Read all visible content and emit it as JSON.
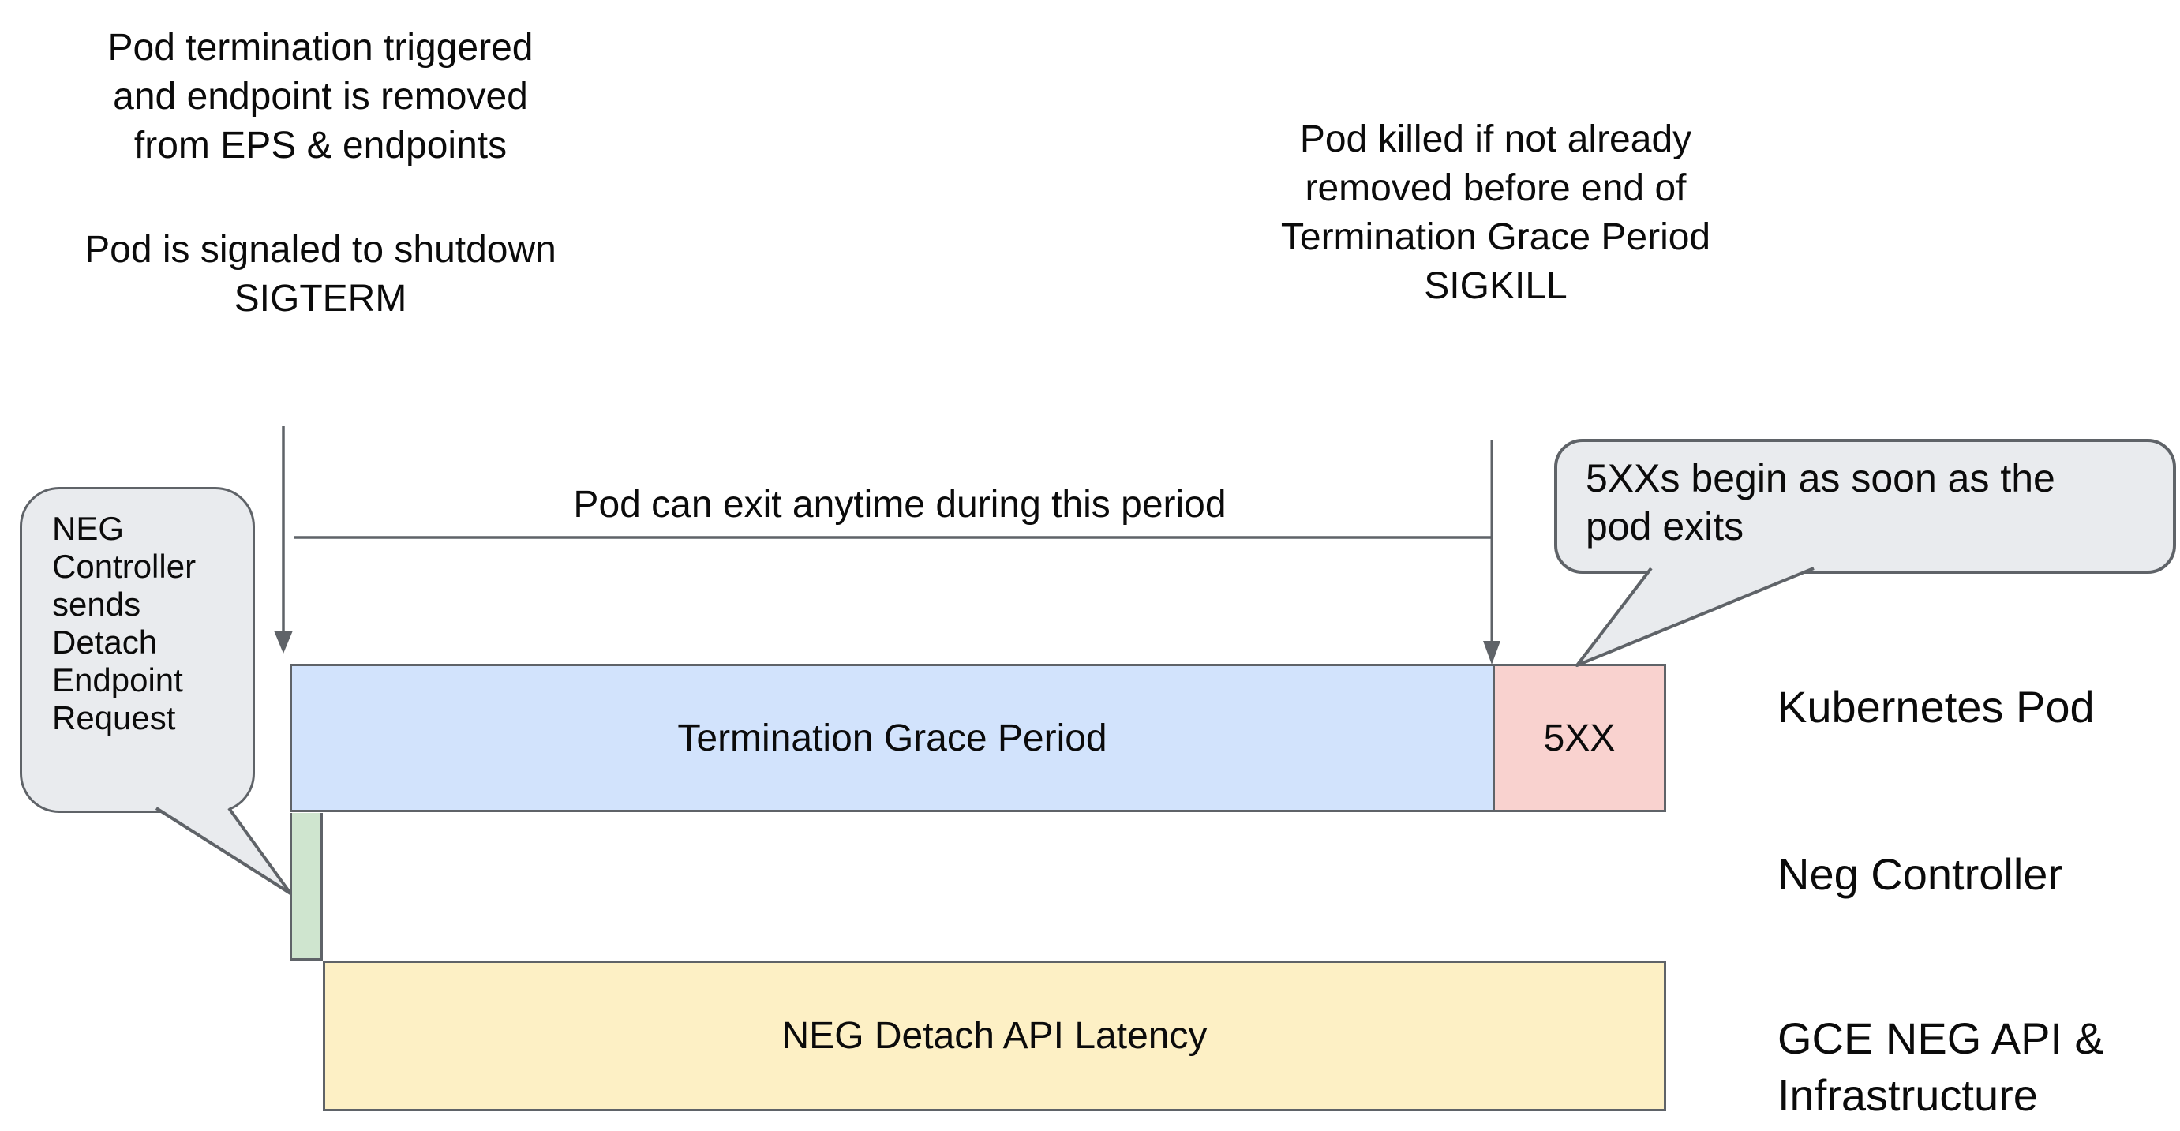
{
  "colors": {
    "grace_period_fill": "#d2e3fc",
    "five_xx_fill": "#f9d2cf",
    "neg_request_fill": "#cfe5cf",
    "detach_latency_fill": "#fdf0c5",
    "bubble_fill": "#e9ebee",
    "stroke": "#5f6368",
    "text": "#0b0b0b",
    "background": "#ffffff"
  },
  "annotations": {
    "pod_termination": {
      "lines": [
        "Pod termination triggered",
        "and endpoint is removed",
        "from EPS & endpoints"
      ]
    },
    "pod_signaled": {
      "lines": [
        "Pod is signaled to shutdown",
        "SIGTERM"
      ]
    },
    "pod_killed": {
      "lines": [
        "Pod killed if not already",
        "removed before end of",
        "Termination Grace Period",
        "SIGKILL"
      ]
    },
    "exit_period_note": "Pod can exit anytime during this period"
  },
  "bubbles": {
    "neg_controller": {
      "lines": [
        "NEG",
        "Controller",
        "sends",
        "Detach",
        "Endpoint",
        "Request"
      ]
    },
    "five_xx": {
      "lines": [
        "5XXs begin as soon as the",
        "pod exits"
      ]
    }
  },
  "bars": {
    "grace_period": {
      "label": "Termination Grace Period"
    },
    "five_xx": {
      "label": "5XX"
    },
    "detach_latency": {
      "label": "NEG Detach API Latency"
    }
  },
  "lanes": {
    "kubernetes_pod": "Kubernetes Pod",
    "neg_controller": "Neg Controller",
    "gce_neg_api": {
      "lines": [
        "GCE NEG API &",
        "Infrastructure"
      ]
    }
  }
}
